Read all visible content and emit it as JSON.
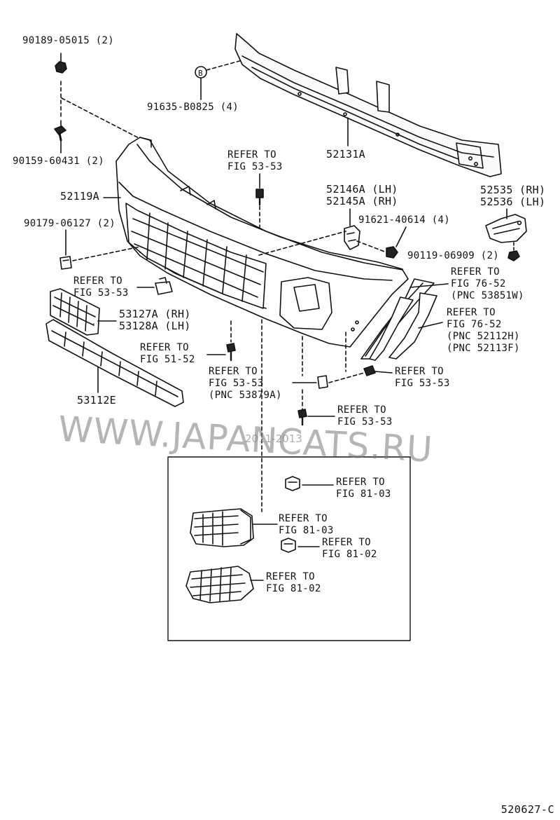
{
  "watermark": {
    "site": "WWW.JAPANCATS.RU",
    "years": "2011-2013"
  },
  "figure_code": "520627-C",
  "callout_b": "B",
  "labels": {
    "p90189": "90189-05015 (2)",
    "p91635": "91635-B0825 (4)",
    "p90159": "90159-60431 (2)",
    "p52131A": "52131A",
    "refer_53_53_top": "REFER TO\nFIG 53-53",
    "p52119A": "52119A",
    "p52146A": "52146A (LH)\n52145A (RH)",
    "p52535": "52535 (RH)\n52536 (LH)",
    "p90179": "90179-06127 (2)",
    "p91621": "91621-40614 (4)",
    "p90119": "90119-06909 (2)",
    "refer_76_52_53851W": "REFER TO\nFIG 76-52\n(PNC 53851W)",
    "refer_53_53_left": "REFER TO\nFIG 53-53",
    "p53127A": "53127A (RH)\n53128A (LH)",
    "refer_76_52_52112H": "REFER TO\nFIG 76-52\n(PNC 52112H)\n(PNC 52113F)",
    "refer_51_52": "REFER TO\nFIG 51-52",
    "refer_53_53_53879A": "REFER TO\nFIG 53-53\n(PNC 53879A)",
    "refer_53_53_right": "REFER TO\nFIG 53-53",
    "p53112E": "53112E",
    "refer_53_53_bottom": "REFER TO\nFIG 53-53",
    "refer_81_03_a": "REFER TO\nFIG 81-03",
    "refer_81_03_b": "REFER TO\nFIG 81-03",
    "refer_81_02_a": "REFER TO\nFIG 81-02",
    "refer_81_02_b": "REFER TO\nFIG 81-02"
  }
}
